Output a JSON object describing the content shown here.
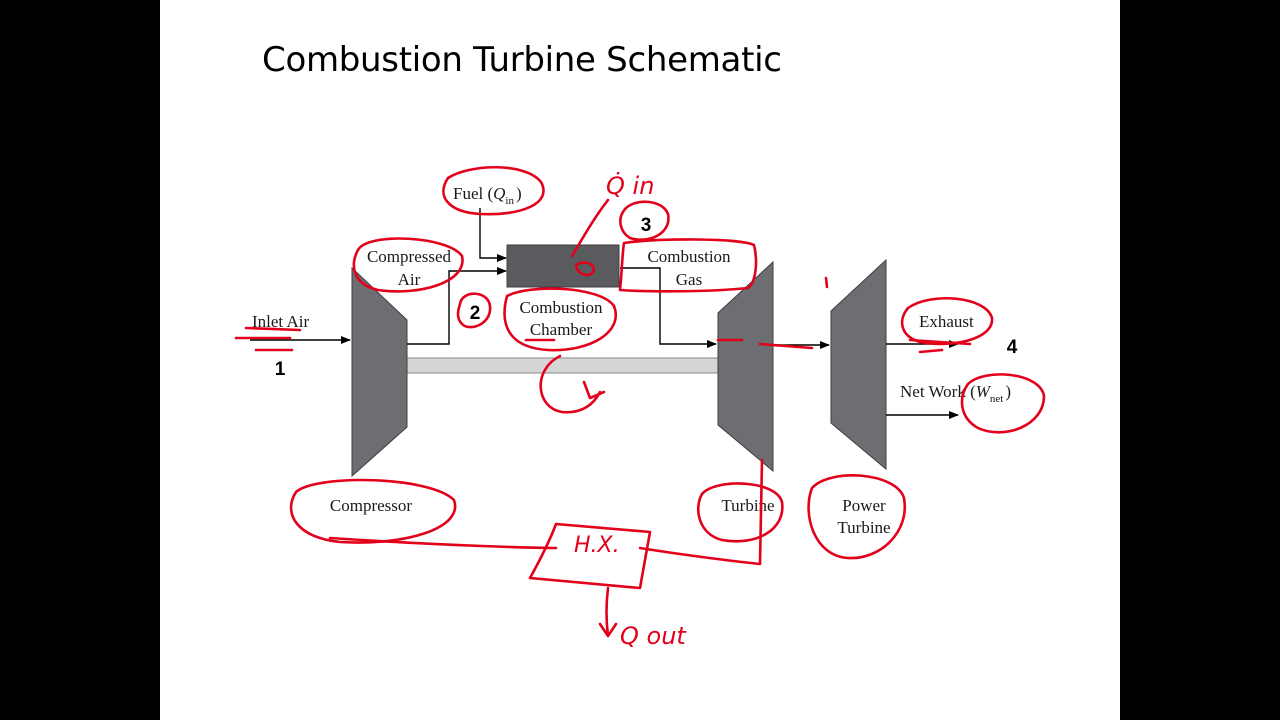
{
  "slide": {
    "title": "Combustion Turbine Schematic"
  },
  "diagram": {
    "labels": {
      "fuel": "Fuel (",
      "fuel_symbol": "Q",
      "fuel_sub": "in",
      "fuel_close": ")",
      "compressed_air_1": "Compressed",
      "compressed_air_2": "Air",
      "combustion_gas_1": "Combustion",
      "combustion_gas_2": "Gas",
      "inlet_air": "Inlet Air",
      "combustion_chamber_1": "Combustion",
      "combustion_chamber_2": "Chamber",
      "exhaust": "Exhaust",
      "net_work": "Net Work (",
      "net_work_symbol": "W",
      "net_work_sub": "net",
      "net_work_close": ")",
      "compressor": "Compressor",
      "turbine": "Turbine",
      "power_turbine_1": "Power",
      "power_turbine_2": "Turbine"
    },
    "state_points": {
      "p1": "1",
      "p2": "2",
      "p3": "3",
      "p4": "4"
    },
    "annotations": {
      "q_in": "Q̇ in",
      "hx": "H.X.",
      "q_out": "Q out"
    },
    "colors": {
      "component_fill": "#6d6e72",
      "chamber_fill": "#5a5b5f",
      "shaft_fill": "#d6d6d6",
      "ink": "#e3001b"
    }
  }
}
